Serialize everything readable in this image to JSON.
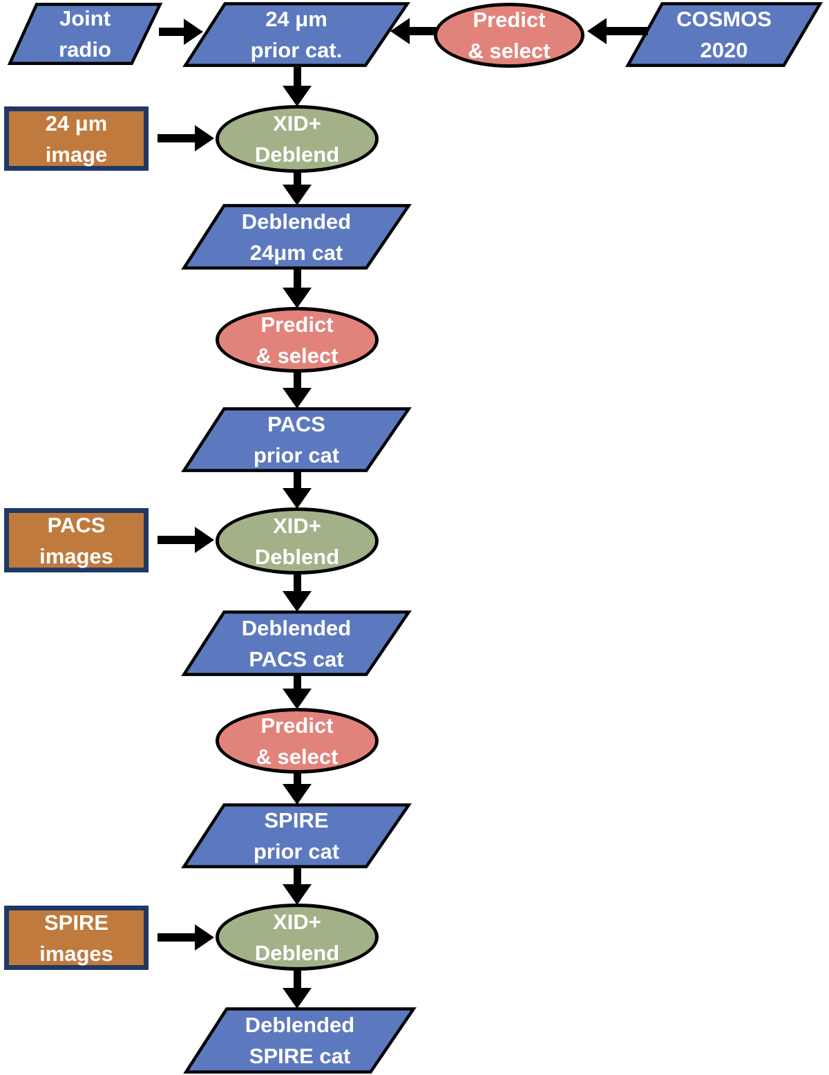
{
  "diagram": {
    "type": "flowchart",
    "colors": {
      "catalog-blue": "#5C79BF",
      "image-orange": "#C07A3E",
      "image-border-navy": "#1F3864",
      "process-green": "#A3B189",
      "predict-salmon": "#E2837B",
      "arrow-black": "#000000",
      "label-white": "#FFFFFF",
      "background": "#FFFFFF"
    },
    "nodes": [
      {
        "id": "joint-radio",
        "shape": "parallelogram",
        "role": "catalog",
        "label": "Joint\nradio"
      },
      {
        "id": "prior-cat-24um",
        "shape": "parallelogram",
        "role": "catalog",
        "label": "24 μm\nprior cat."
      },
      {
        "id": "predict-select-1",
        "shape": "ellipse",
        "role": "process",
        "label": "Predict\n& select"
      },
      {
        "id": "cosmos-2020",
        "shape": "parallelogram",
        "role": "catalog",
        "label": "COSMOS\n2020"
      },
      {
        "id": "image-24um",
        "shape": "rectangle",
        "role": "image",
        "label": "24 μm\nimage"
      },
      {
        "id": "xid-deblend-1",
        "shape": "ellipse",
        "role": "process",
        "label": "XID+\nDeblend"
      },
      {
        "id": "deblended-24um-cat",
        "shape": "parallelogram",
        "role": "catalog",
        "label": "Deblended\n24μm cat"
      },
      {
        "id": "predict-select-2",
        "shape": "ellipse",
        "role": "process",
        "label": "Predict\n& select"
      },
      {
        "id": "pacs-prior-cat",
        "shape": "parallelogram",
        "role": "catalog",
        "label": "PACS\nprior cat"
      },
      {
        "id": "pacs-images",
        "shape": "rectangle",
        "role": "image",
        "label": "PACS\nimages"
      },
      {
        "id": "xid-deblend-2",
        "shape": "ellipse",
        "role": "process",
        "label": "XID+\nDeblend"
      },
      {
        "id": "deblended-pacs-cat",
        "shape": "parallelogram",
        "role": "catalog",
        "label": "Deblended\nPACS cat"
      },
      {
        "id": "predict-select-3",
        "shape": "ellipse",
        "role": "process",
        "label": "Predict\n& select"
      },
      {
        "id": "spire-prior-cat",
        "shape": "parallelogram",
        "role": "catalog",
        "label": "SPIRE\nprior cat"
      },
      {
        "id": "spire-images",
        "shape": "rectangle",
        "role": "image",
        "label": "SPIRE\nimages"
      },
      {
        "id": "xid-deblend-3",
        "shape": "ellipse",
        "role": "process",
        "label": "XID+\nDeblend"
      },
      {
        "id": "deblended-spire-cat",
        "shape": "parallelogram",
        "role": "catalog",
        "label": "Deblended\nSPIRE cat"
      }
    ],
    "edges": [
      {
        "from": "joint-radio",
        "to": "prior-cat-24um"
      },
      {
        "from": "cosmos-2020",
        "to": "predict-select-1"
      },
      {
        "from": "predict-select-1",
        "to": "prior-cat-24um"
      },
      {
        "from": "prior-cat-24um",
        "to": "xid-deblend-1"
      },
      {
        "from": "image-24um",
        "to": "xid-deblend-1"
      },
      {
        "from": "xid-deblend-1",
        "to": "deblended-24um-cat"
      },
      {
        "from": "deblended-24um-cat",
        "to": "predict-select-2"
      },
      {
        "from": "predict-select-2",
        "to": "pacs-prior-cat"
      },
      {
        "from": "pacs-prior-cat",
        "to": "xid-deblend-2"
      },
      {
        "from": "pacs-images",
        "to": "xid-deblend-2"
      },
      {
        "from": "xid-deblend-2",
        "to": "deblended-pacs-cat"
      },
      {
        "from": "deblended-pacs-cat",
        "to": "predict-select-3"
      },
      {
        "from": "predict-select-3",
        "to": "spire-prior-cat"
      },
      {
        "from": "spire-prior-cat",
        "to": "xid-deblend-3"
      },
      {
        "from": "spire-images",
        "to": "xid-deblend-3"
      },
      {
        "from": "xid-deblend-3",
        "to": "deblended-spire-cat"
      }
    ]
  }
}
